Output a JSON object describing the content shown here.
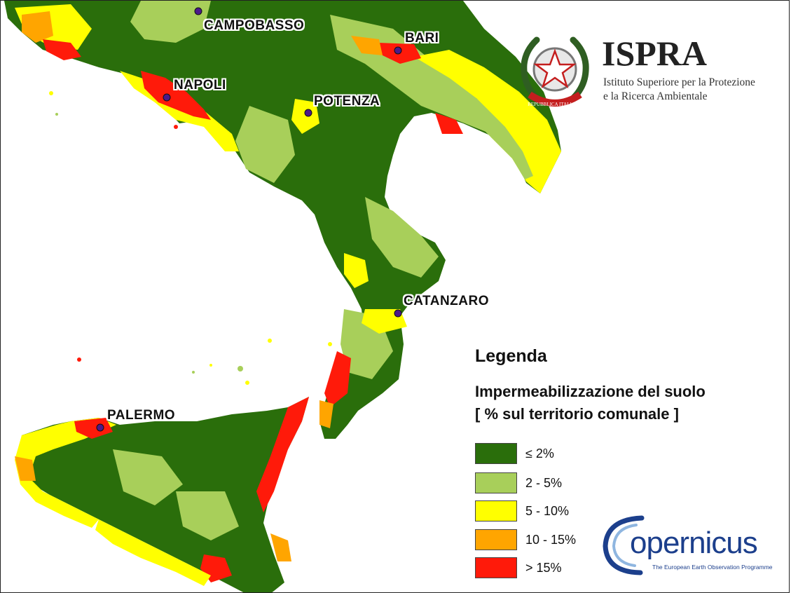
{
  "map": {
    "colors": {
      "sea": "#ffffff",
      "class1": "#2a6e0b",
      "class2": "#a8cf5a",
      "class3": "#ffff00",
      "class4": "#ffa500",
      "class5": "#ff1a0a"
    },
    "cities": [
      {
        "name": "CAMPOBASSO"
      },
      {
        "name": "BARI"
      },
      {
        "name": "NAPOLI"
      },
      {
        "name": "POTENZA"
      },
      {
        "name": "CATANZARO"
      },
      {
        "name": "PALERMO"
      }
    ]
  },
  "header": {
    "org_name": "ISPRA",
    "org_sub_line1": "Istituto Superiore per la Protezione",
    "org_sub_line2": "e la Ricerca Ambientale",
    "emblem_text": "REPUBBLICA ITALIANA",
    "emblem_icon": "italian-republic-emblem-icon"
  },
  "legend": {
    "title": "Legenda",
    "subtitle_line1": "Impermeabilizzazione del suolo",
    "subtitle_line2": "[ % sul territorio comunale ]",
    "items": [
      {
        "label": "≤ 2%",
        "color": "#2a6e0b"
      },
      {
        "label": "2 - 5%",
        "color": "#a8cf5a"
      },
      {
        "label": "5 - 10%",
        "color": "#ffff00"
      },
      {
        "label": "10 - 15%",
        "color": "#ffa500"
      },
      {
        "label": "> 15%",
        "color": "#ff1a0a"
      }
    ]
  },
  "copernicus": {
    "wordmark": "opernicus",
    "tagline": "The European Earth Observation Programme",
    "icon": "copernicus-logo-icon"
  }
}
